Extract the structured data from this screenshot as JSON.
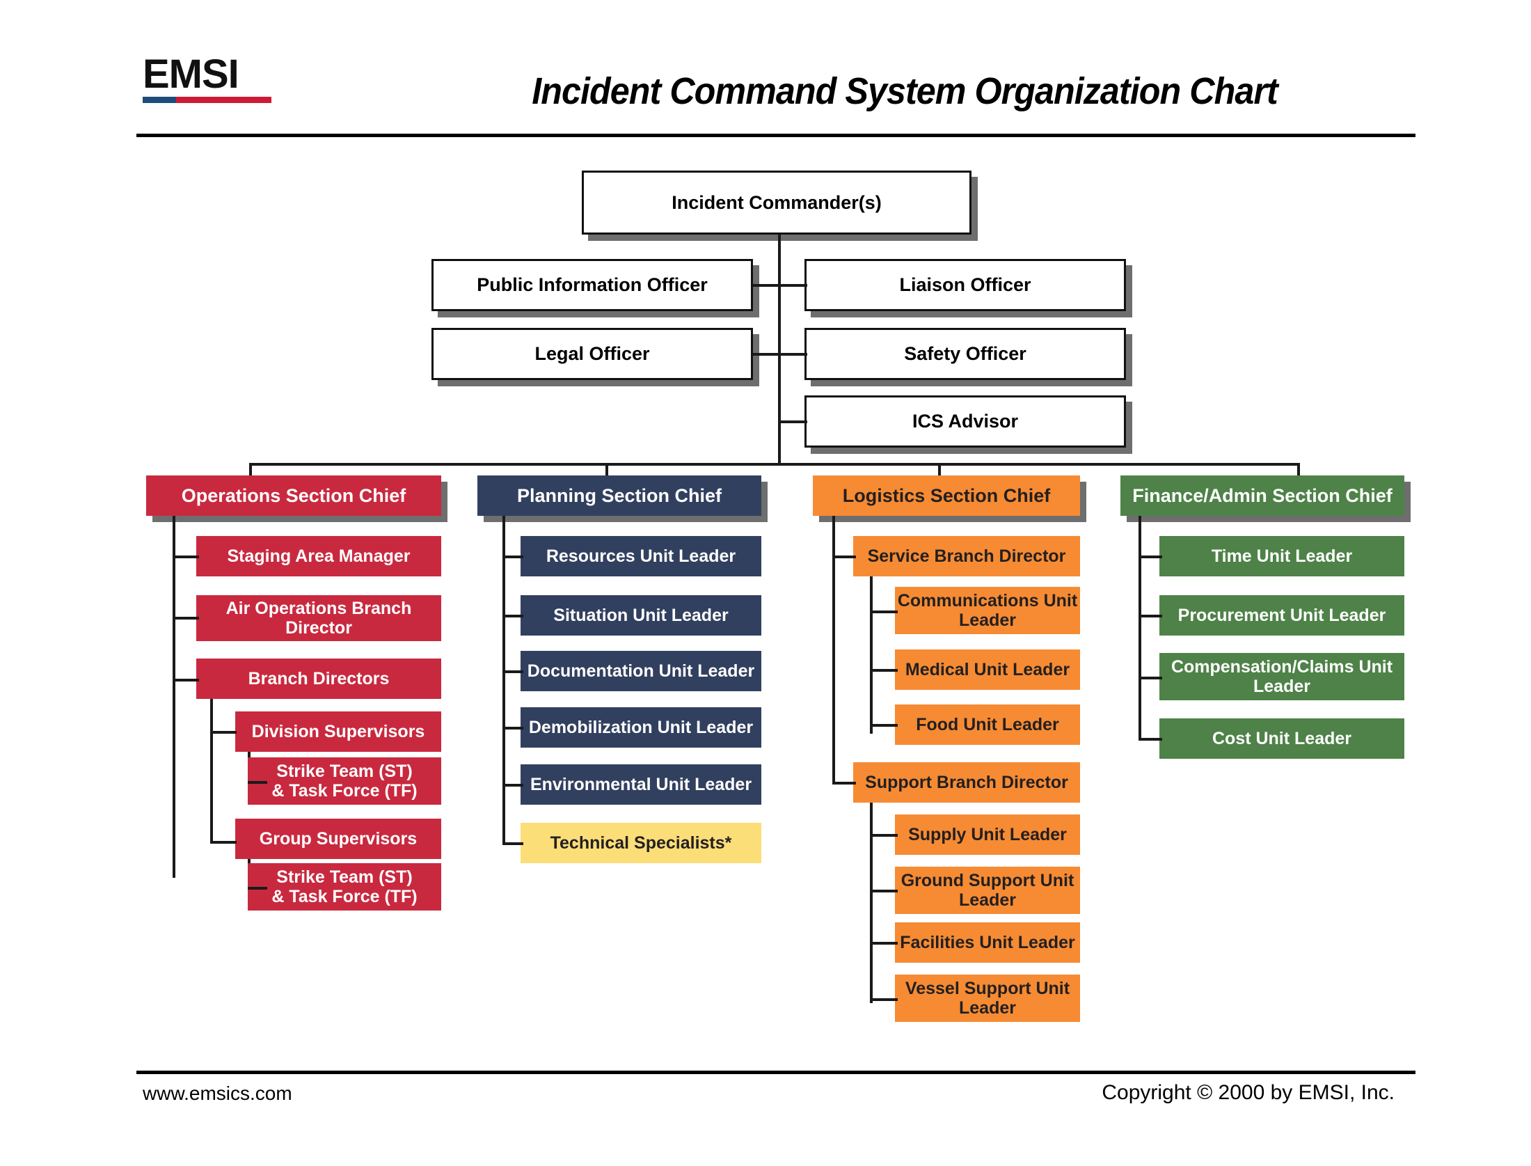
{
  "header": {
    "logo_text": "EMSI",
    "title": "Incident Command System Organization Chart"
  },
  "footer": {
    "website": "www.emsics.com",
    "copyright": "Copyright © 2000 by EMSI, Inc."
  },
  "colors": {
    "operations": "#C9293F",
    "planning": "#32405F",
    "logistics": "#F68B33",
    "finance": "#4E8248",
    "technical_specialists": "#FCDE78",
    "command_box": "#FFFFFF",
    "shadow": "#6E6E6E",
    "logo_blue": "#1F4C7A",
    "logo_red": "#CE1B35"
  },
  "chart_data": {
    "type": "diagram",
    "title": "Incident Command System Organization Chart",
    "command": {
      "incident_commander": "Incident Commander(s)",
      "staff": [
        "Public Information Officer",
        "Liaison Officer",
        "Legal Officer",
        "Safety Officer",
        "ICS Advisor"
      ]
    },
    "sections": [
      {
        "name": "Operations Section Chief",
        "color": "#C9293F",
        "children": [
          {
            "name": "Staging Area Manager",
            "children": []
          },
          {
            "name": "Air Operations Branch Director",
            "children": []
          },
          {
            "name": "Branch Directors",
            "children": [
              {
                "name": "Division Supervisors",
                "children": [
                  {
                    "name": "Strike Team (ST) & Task Force (TF)",
                    "children": []
                  }
                ]
              },
              {
                "name": "Group Supervisors",
                "children": [
                  {
                    "name": "Strike Team (ST) & Task Force (TF)",
                    "children": []
                  }
                ]
              }
            ]
          }
        ]
      },
      {
        "name": "Planning Section Chief",
        "color": "#32405F",
        "children": [
          {
            "name": "Resources Unit Leader",
            "children": []
          },
          {
            "name": "Situation Unit Leader",
            "children": []
          },
          {
            "name": "Documentation Unit Leader",
            "children": []
          },
          {
            "name": "Demobilization Unit Leader",
            "children": []
          },
          {
            "name": "Environmental Unit Leader",
            "children": []
          },
          {
            "name": "Technical Specialists*",
            "children": []
          }
        ]
      },
      {
        "name": "Logistics Section Chief",
        "color": "#F68B33",
        "children": [
          {
            "name": "Service Branch Director",
            "children": [
              {
                "name": "Communications Unit Leader",
                "children": []
              },
              {
                "name": "Medical Unit Leader",
                "children": []
              },
              {
                "name": "Food Unit Leader",
                "children": []
              }
            ]
          },
          {
            "name": "Support Branch Director",
            "children": [
              {
                "name": "Supply Unit Leader",
                "children": []
              },
              {
                "name": "Ground Support Unit Leader",
                "children": []
              },
              {
                "name": "Facilities Unit Leader",
                "children": []
              },
              {
                "name": "Vessel Support Unit Leader",
                "children": []
              }
            ]
          }
        ]
      },
      {
        "name": "Finance/Admin Section Chief",
        "color": "#4E8248",
        "children": [
          {
            "name": "Time Unit Leader",
            "children": []
          },
          {
            "name": "Procurement Unit Leader",
            "children": []
          },
          {
            "name": "Compensation/Claims Unit Leader",
            "children": []
          },
          {
            "name": "Cost Unit Leader",
            "children": []
          }
        ]
      }
    ]
  },
  "boxes": {
    "ic": "Incident Commander(s)",
    "pio": "Public Information Officer",
    "liaison": "Liaison Officer",
    "legal": "Legal Officer",
    "safety": "Safety Officer",
    "advisor": "ICS Advisor",
    "ops_chief": "Operations Section Chief",
    "ops_staging": "Staging Area Manager",
    "ops_air": "Air Operations Branch Director",
    "ops_branch": "Branch Directors",
    "ops_division": "Division Supervisors",
    "ops_st1_l1": "Strike Team (ST)",
    "ops_st1_l2": "& Task Force (TF)",
    "ops_group": "Group Supervisors",
    "ops_st2_l1": "Strike Team (ST)",
    "ops_st2_l2": "& Task Force (TF)",
    "plan_chief": "Planning Section Chief",
    "plan_resources": "Resources Unit Leader",
    "plan_situation": "Situation Unit Leader",
    "plan_documentation": "Documentation Unit Leader",
    "plan_demob": "Demobilization Unit Leader",
    "plan_environmental": "Environmental Unit Leader",
    "plan_tech": "Technical Specialists*",
    "logi_chief": "Logistics Section Chief",
    "logi_service": "Service Branch Director",
    "logi_comms": "Communications Unit Leader",
    "logi_medical": "Medical Unit Leader",
    "logi_food": "Food Unit Leader",
    "logi_support": "Support Branch Director",
    "logi_supply": "Supply Unit Leader",
    "logi_ground": "Ground Support Unit Leader",
    "logi_facilities": "Facilities Unit Leader",
    "logi_vessel": "Vessel Support Unit Leader",
    "fin_chief": "Finance/Admin Section Chief",
    "fin_time": "Time Unit Leader",
    "fin_procurement": "Procurement Unit Leader",
    "fin_comp": "Compensation/Claims Unit Leader",
    "fin_cost": "Cost Unit Leader"
  }
}
